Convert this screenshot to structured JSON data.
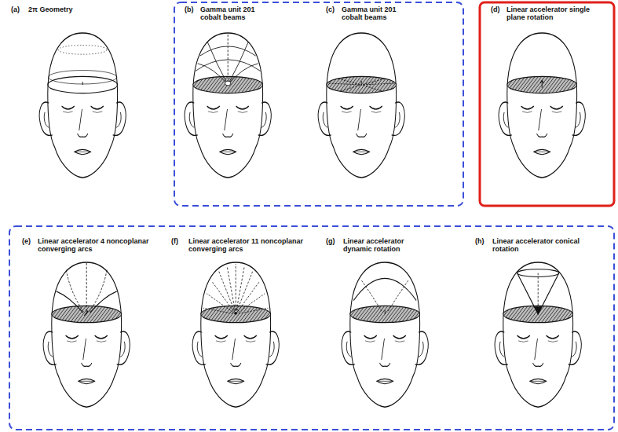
{
  "diagram": {
    "labels": [
      "(a)",
      "2π Geometry",
      "(b)",
      "Gamma unit 201 cobalt beams",
      "(c)",
      "Gamma unit 201 cobalt beams",
      "(d)",
      "Linear accelerator single plane rotation",
      "(e)",
      "Linear accelerator 4 noncoplanar converging arcs",
      "(f)",
      "Linear accelerator 11 noncoplanar converging arcs",
      "(g)",
      "Linear accelerator dynamic rotation",
      "(h)",
      "Linear accelerator conical rotation"
    ]
  }
}
